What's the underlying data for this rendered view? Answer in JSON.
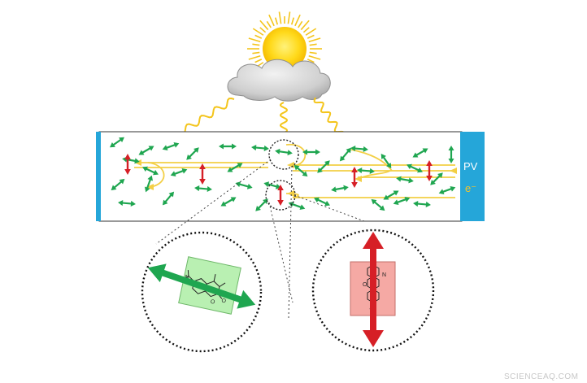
{
  "labels": {
    "pv": "PV",
    "electron": "e⁻",
    "watermark": "SCIENCEAQ.COM"
  },
  "icons": {
    "sun": "sun-icon",
    "cloud": "cloud-icon"
  },
  "colors": {
    "sunlight": "#f4c51c",
    "light_path": "#f3cf45",
    "green_dipole": "#1fa650",
    "red_dipole": "#d61f26",
    "solar_cell": "#25a6d9",
    "cloud": "#d9d9d9",
    "green_box": "#b9f0b2",
    "red_box": "#f5a9a4"
  }
}
